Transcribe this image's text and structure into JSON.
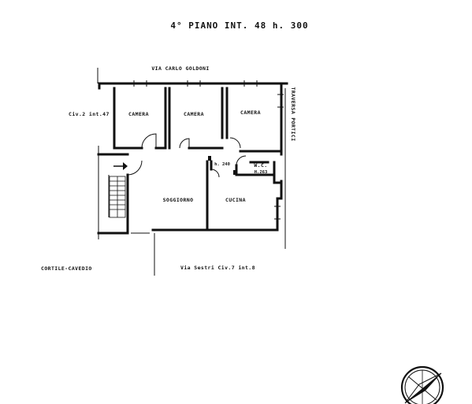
{
  "title": "4° PIANO INT. 48 h. 300",
  "labels": {
    "street_top": "VIA CARLO GOLDONI",
    "street_right": "TRAVERSA PORTICI",
    "civ_left": "Civ.2 int.47",
    "courtyard": "CORTILE-CAVEDIO",
    "street_bottom": "Via Sestri Civ.7 int.8"
  },
  "rooms": {
    "camera_1": "CAMERA",
    "camera_2": "CAMERA",
    "camera_3": "CAMERA",
    "soggiorno": "SOGGIORNO",
    "cucina": "CUCINA",
    "wc": "W.C.",
    "wc_height": "H.263",
    "hall_height": "h. 240"
  },
  "colors": {
    "ink": "#111111",
    "background": "#ffffff"
  },
  "icons": {
    "north": "compass-north-icon",
    "entrance": "entrance-arrow-icon"
  }
}
